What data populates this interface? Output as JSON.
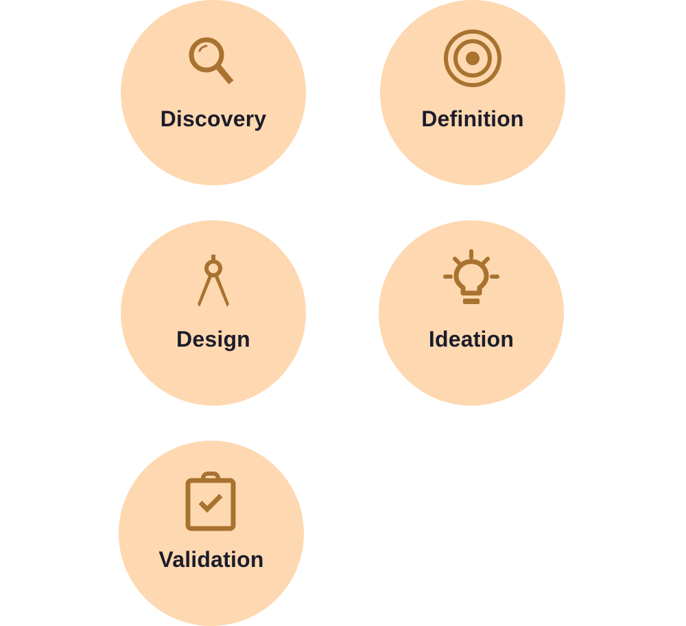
{
  "colors": {
    "circle": "#FED8B0",
    "icon": "#A8722F",
    "text": "#1C1C2A"
  },
  "stages": [
    {
      "label": "Discovery",
      "icon": "magnifier-icon"
    },
    {
      "label": "Definition",
      "icon": "target-icon"
    },
    {
      "label": "Design",
      "icon": "compass-icon"
    },
    {
      "label": "Ideation",
      "icon": "lightbulb-icon"
    },
    {
      "label": "Validation",
      "icon": "clipboard-check-icon"
    }
  ]
}
